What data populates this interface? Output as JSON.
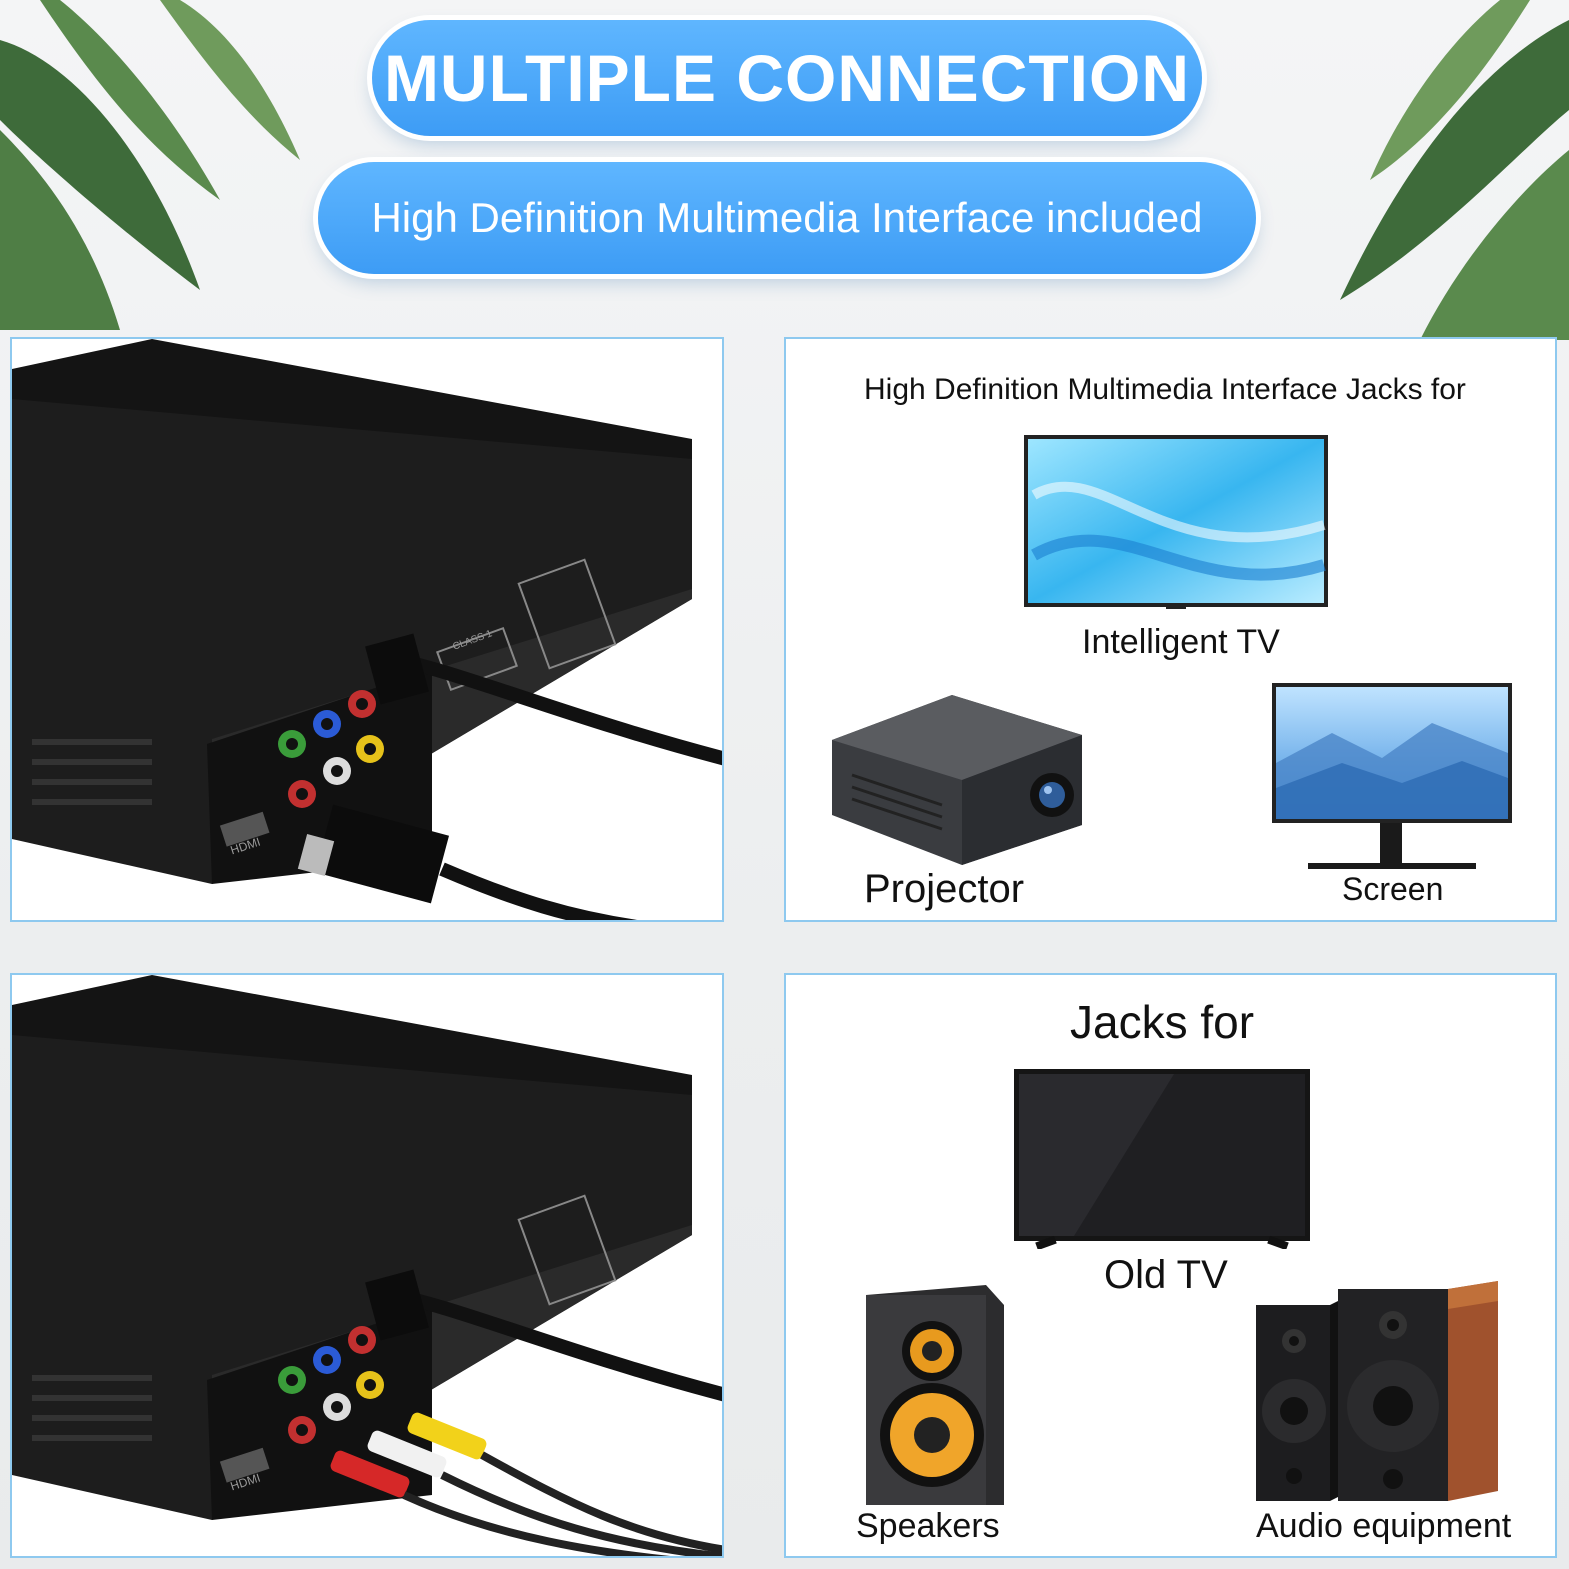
{
  "header": {
    "title": "MULTIPLE CONNECTION",
    "subtitle": "High Definition Multimedia Interface included"
  },
  "hdmi_panel": {
    "heading": "High Definition Multimedia Interface Jacks for",
    "devices": [
      "Intelligent TV",
      "Projector",
      "Screen"
    ]
  },
  "av_panel": {
    "heading": "Jacks for",
    "devices": [
      "Old TV",
      "Speakers",
      "Audio equipment"
    ]
  },
  "player": {
    "port_label": "HDMI",
    "label_class": "CLASS 1"
  },
  "colors": {
    "accent": "#3d9cf5",
    "panel_border": "#8ec9ef"
  }
}
